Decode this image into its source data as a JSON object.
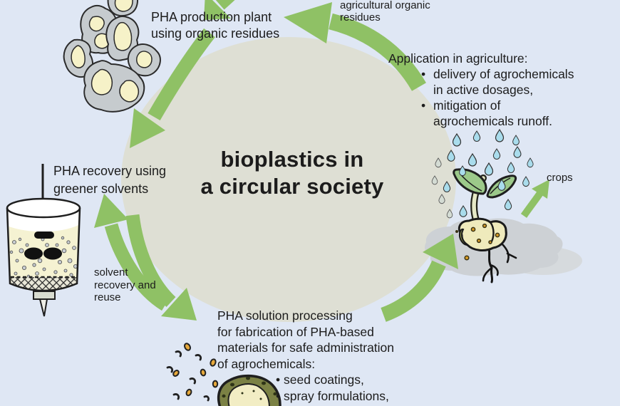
{
  "bullet_char": "•",
  "title": {
    "line1": "bioplastics in",
    "line2": "a circular society"
  },
  "labels": {
    "production": {
      "line1": "PHA production plant",
      "line2": "using organic residues"
    },
    "residues": {
      "line1": "agricultural organic",
      "line2": "residues"
    },
    "application": {
      "heading": "Application in agriculture:",
      "bullet1_line1": "delivery of agrochemicals",
      "bullet1_line2": "in active dosages,",
      "bullet2_line1": "mitigation of",
      "bullet2_line2": "agrochemicals runoff."
    },
    "crops": "crops",
    "recovery": {
      "line1": "PHA recovery using",
      "line2": "greener solvents"
    },
    "solvent_loop": {
      "line1": "solvent",
      "line2": "recovery and",
      "line3": "reuse"
    },
    "processing": {
      "line1": "PHA solution processing",
      "line2": "for fabrication of PHA-based",
      "line3": "materials for safe administration",
      "line4": "of agrochemicals:",
      "bullet1": "seed coatings,",
      "bullet2": "spray formulations,"
    }
  },
  "icons": {
    "bioreactor": "bioreactor-icon",
    "organic_residues": "organic-residues-icon",
    "seedling": "seedling-icon",
    "rain_droplets": "rain-droplets-icon",
    "soil": "soil-icon",
    "seeds": "seeds-icon",
    "potato": "potato-icon",
    "cycle_arrows": "cycle-arrow-icon"
  },
  "colors": {
    "background": "#dfe7f4",
    "circle": "#dedfd4",
    "arrow_green": "#8fc165",
    "text": "#1c1c1c",
    "droplet_blue": "#a9dcec",
    "soil_gray": "#cdd1d5",
    "residue_gray": "#c6cbce",
    "residue_cream": "#f6f2c8",
    "liquid_yellow": "#f5f2d2",
    "potato_olive": "#7b8144",
    "potato_cream": "#f2edc4",
    "seed_orange": "#e7a93b"
  }
}
